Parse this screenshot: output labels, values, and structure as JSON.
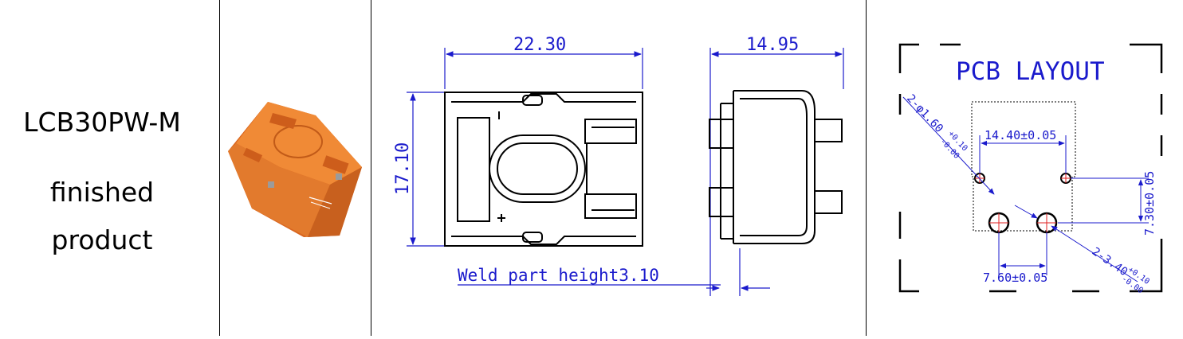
{
  "product": {
    "model": "LCB30PW-M",
    "line1": "finished",
    "line2": "product"
  },
  "dims": {
    "width": "22.30",
    "height": "17.10",
    "side_width": "14.95",
    "weld_label": "Weld part height3.10"
  },
  "pcb": {
    "title": "PCB LAYOUT",
    "hole_small": "2-φ1.60",
    "hole_small_tol_upper": "+0.10",
    "hole_small_tol_lower": "-0.00",
    "spacing_top": "14.40±0.05",
    "spacing_vertical": "7.30±0.05",
    "spacing_bottom": "7.60±0.05",
    "hole_large": "2-3.40",
    "hole_large_tol_upper": "+0.10",
    "hole_large_tol_lower": "-0.00"
  },
  "colors": {
    "dimension": "#1a1acc",
    "outline": "#000000",
    "product_orange": "#e8782a",
    "hole_red": "#e02020"
  }
}
